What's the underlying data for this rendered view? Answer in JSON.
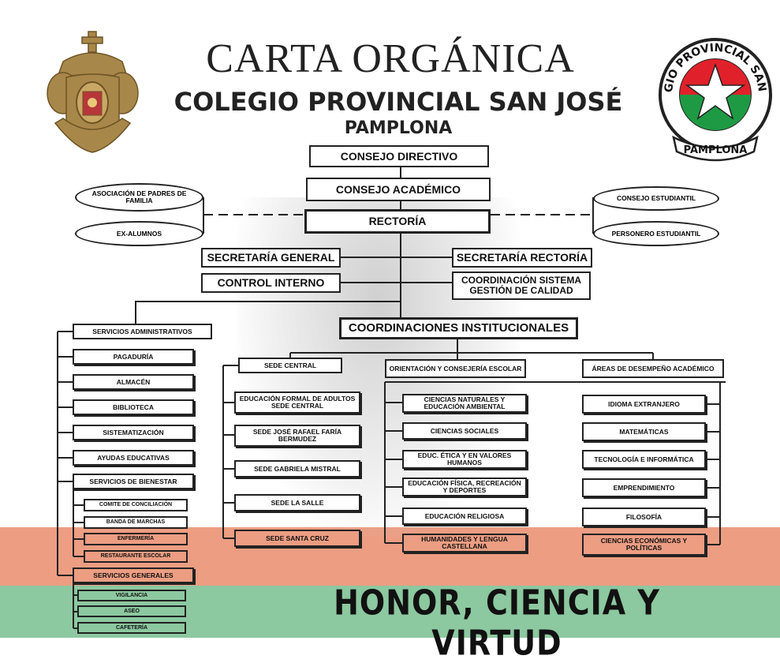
{
  "header": {
    "title": "CARTA ORGÁNICA",
    "school": "COLEGIO PROVINCIAL SAN JOSÉ",
    "city": "PAMPLONA"
  },
  "seal": {
    "arc_text": "COLEGIO PROVINCIAL SAN JOSE",
    "city": "PAMPLONA",
    "colors": {
      "red": "#e0212b",
      "green": "#1f9a44",
      "white": "#ffffff"
    }
  },
  "crest": {
    "color": "#a8874a"
  },
  "top": {
    "consejo_directivo": "CONSEJO DIRECTIVO",
    "consejo_academico": "CONSEJO ACADÉMICO",
    "rectoria": "RECTORÍA"
  },
  "left_ovals": [
    "ASOCIACIÓN DE PADRES DE FAMILIA",
    "EX-ALUMNOS"
  ],
  "right_ovals": [
    "CONSEJO ESTUDIANTIL",
    "PERSONERO ESTUDIANTIL"
  ],
  "staff": {
    "secretaria_general": "SECRETARÍA GENERAL",
    "control_interno": "CONTROL INTERNO",
    "secretaria_rectoria": "SECRETARÍA RECTORÍA",
    "coordinacion_calidad": "COORDINACIÓN SISTEMA GESTIÓN DE CALIDAD"
  },
  "coordinaciones": "COORDINACIONES INSTITUCIONALES",
  "admin": {
    "head": "SERVICIOS ADMINISTRATIVOS",
    "items": [
      "PAGADURÍA",
      "ALMACÉN",
      "BIBLIOTECA",
      "SISTEMATIZACIÓN",
      "AYUDAS EDUCATIVAS"
    ],
    "bienestar": {
      "head": "SERVICIOS DE BIENESTAR",
      "items": [
        "COMITE DE CONCILIACIÓN",
        "BANDA DE MARCHAS",
        "ENFERMERÍA",
        "RESTAURANTE ESCOLAR"
      ]
    },
    "generales": {
      "head": "SERVICIOS GENERALES",
      "items": [
        "VIGILANCIA",
        "ASEO",
        "CAFETERÍA"
      ]
    }
  },
  "sedes": {
    "head": "SEDE CENTRAL",
    "items": [
      "EDUCACIÓN FORMAL DE ADULTOS SEDE CENTRAL",
      "SEDE JOSÉ RAFAEL FARÍA BERMUDEZ",
      "SEDE GABRIELA MISTRAL",
      "SEDE LA SALLE",
      "SEDE SANTA CRUZ"
    ]
  },
  "orientacion": {
    "head": "ORIENTACIÓN Y CONSEJERÍA ESCOLAR",
    "items": [
      "CIENCIAS NATURALES Y EDUCACIÓN AMBIENTAL",
      "CIENCIAS SOCIALES",
      "EDUC. ÉTICA Y EN VALORES HUMANOS",
      "EDUCACIÓN FÍSICA, RECREACIÓN Y DEPORTES",
      "EDUCACIÓN RELIGIOSA",
      "HUMANIDADES Y LENGUA CASTELLANA"
    ]
  },
  "areas": {
    "head": "ÁREAS DE DESEMPEÑO ACADÉMICO",
    "items": [
      "IDIOMA EXTRANJERO",
      "MATEMÁTICAS",
      "TECNOLOGÍA E INFORMÁTICA",
      "EMPRENDIMIENTO",
      "FILOSOFÍA",
      "CIENCIAS ECONÓMICAS Y POLÍTICAS"
    ]
  },
  "motto": "HONOR, CIENCIA Y VIRTUD",
  "colors": {
    "salmon_band": "#ec9d82",
    "green_band": "#8cc8a0"
  }
}
